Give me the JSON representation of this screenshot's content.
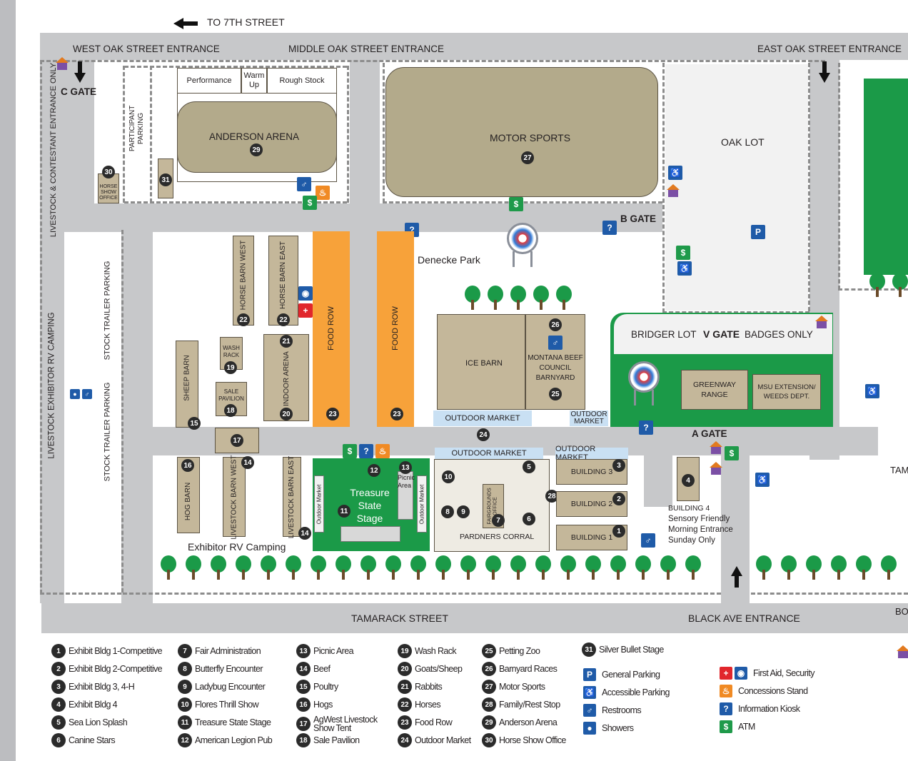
{
  "map": {
    "streets": {
      "to_7th": "TO 7TH STREET",
      "west_oak": "WEST OAK STREET ENTRANCE",
      "middle_oak": "MIDDLE OAK STREET ENTRANCE",
      "east_oak": "EAST OAK STREET ENTRANCE",
      "tamarack": "TAMARACK STREET",
      "black_ave": "BLACK AVE ENTRANCE",
      "livestock_entrance": "LIVESTOCK & CONTESTANT ENTRANCE ONLY",
      "exhibitor_rv": "LIVESTOCK EXHIBITOR RV CAMPING",
      "stock_trailer_1": "STOCK TRAILER PARKING",
      "stock_trailer_2": "STOCK TRAILER PARKING",
      "bo": "BO",
      "tam": "TAM"
    },
    "gates": {
      "c_gate": "C GATE",
      "b_gate": "B GATE",
      "a_gate": "A GATE",
      "v_gate": "V GATE",
      "v_gate_note": "BADGES ONLY"
    },
    "areas": {
      "participant_parking": "PARTICIPANT PARKING",
      "performance": "Performance",
      "warm_up": "Warm Up",
      "rough_stock": "Rough Stock",
      "anderson_arena": "ANDERSON ARENA",
      "motor_sports": "MOTOR SPORTS",
      "oak_lot": "OAK LOT",
      "horse_show_office": "HORSE SHOW OFFICE",
      "denecke_park": "Denecke Park",
      "horse_barn_west": "HORSE BARN WEST",
      "horse_barn_east": "HORSE BARN EAST",
      "food_row_1": "FOOD ROW",
      "food_row_2": "FOOD ROW",
      "ice_barn": "ICE BARN",
      "montana_beef": "MONTANA BEEF COUNCIL BARNYARD",
      "bridger_lot": "BRIDGER LOT",
      "greenway_range": "GREENWAY RANGE",
      "msu_extension": "MSU EXTENSION/ WEEDS DEPT.",
      "sheep_barn": "SHEEP BARN",
      "wash_rack": "WASH RACK",
      "sale_pavilion": "SALE PAVILION",
      "indoor_arena": "INDOOR ARENA",
      "outdoor_market_1": "OUTDOOR MARKET",
      "outdoor_market_2": "OUTDOOR MARKET",
      "outdoor_market_3": "OUTDOOR MARKET",
      "outdoor_market_4": "OUTDOOR MARKET",
      "outdoor_market_v1": "Outdoor Market",
      "outdoor_market_v2": "Outdoor Market",
      "hog_barn": "HOG BARN",
      "livestock_barn_west": "LIVESTOCK BARN WEST",
      "livestock_barn_east": "LIVESTOCK BARN EAST",
      "treasure_state_stage": "Treasure State Stage",
      "picnic_area": "Picnic Area",
      "fairgrounds_office": "FAIRGROUNDS OFFICE",
      "pardners_corral": "PARDNERS CORRAL",
      "building_3": "BUILDING 3",
      "building_2": "BUILDING 2",
      "building_1": "BUILDING 1",
      "building_4_note": "BUILDING 4",
      "building_4_note2": "Sensory Friendly",
      "building_4_note3": "Morning Entrance",
      "building_4_note4": "Sunday Only",
      "exhibitor_rv_camping": "Exhibitor RV Camping"
    },
    "markers": {
      "m1": "1",
      "m2": "2",
      "m3": "3",
      "m4": "4",
      "m5": "5",
      "m6": "6",
      "m7": "7",
      "m8": "8",
      "m9": "9",
      "m10": "10",
      "m11": "11",
      "m12": "12",
      "m13": "13",
      "m14a": "14",
      "m14b": "14",
      "m15": "15",
      "m16": "16",
      "m17": "17",
      "m18": "18",
      "m19": "19",
      "m20": "20",
      "m21": "21",
      "m22a": "22",
      "m22b": "22",
      "m23a": "23",
      "m23b": "23",
      "m24": "24",
      "m25": "25",
      "m26": "26",
      "m27": "27",
      "m28": "28",
      "m29": "29",
      "m30": "30",
      "m31": "31"
    },
    "icons": {
      "parking": "P",
      "info": "?",
      "atm": "$",
      "first_aid": "+",
      "colors": {
        "blue": "#1f5ba8",
        "green": "#1f9a4a",
        "red": "#e1262c",
        "orange": "#f08a24",
        "tan": "#c4b79a",
        "arena": "#b3aa8b",
        "food_row": "#f7a23a",
        "road": "#c7c8ca",
        "grass": "#1b9a48"
      }
    }
  },
  "legend": {
    "col1": [
      {
        "n": "1",
        "t": "Exhibit Bldg 1-Competitive"
      },
      {
        "n": "2",
        "t": "Exhibit Bldg 2-Competitive"
      },
      {
        "n": "3",
        "t": "Exhibit Bldg 3, 4-H"
      },
      {
        "n": "4",
        "t": "Exhibit Bldg 4"
      },
      {
        "n": "5",
        "t": "Sea Lion Splash"
      },
      {
        "n": "6",
        "t": "Canine Stars"
      }
    ],
    "col2": [
      {
        "n": "7",
        "t": "Fair Administration"
      },
      {
        "n": "8",
        "t": "Butterfly Encounter"
      },
      {
        "n": "9",
        "t": "Ladybug Encounter"
      },
      {
        "n": "10",
        "t": "Flores Thrill Show"
      },
      {
        "n": "11",
        "t": "Treasure State Stage"
      },
      {
        "n": "12",
        "t": "American Legion Pub"
      }
    ],
    "col3": [
      {
        "n": "13",
        "t": "Picnic Area"
      },
      {
        "n": "14",
        "t": "Beef"
      },
      {
        "n": "15",
        "t": "Poultry"
      },
      {
        "n": "16",
        "t": "Hogs"
      },
      {
        "n": "17",
        "t": "AgWest Livestock Show Tent"
      },
      {
        "n": "18",
        "t": "Sale Pavilion"
      }
    ],
    "col4": [
      {
        "n": "19",
        "t": "Wash Rack"
      },
      {
        "n": "20",
        "t": "Goats/Sheep"
      },
      {
        "n": "21",
        "t": "Rabbits"
      },
      {
        "n": "22",
        "t": "Horses"
      },
      {
        "n": "23",
        "t": "Food Row"
      },
      {
        "n": "24",
        "t": "Outdoor Market"
      }
    ],
    "col5": [
      {
        "n": "25",
        "t": "Petting Zoo"
      },
      {
        "n": "26",
        "t": "Barnyard Races"
      },
      {
        "n": "27",
        "t": "Motor Sports"
      },
      {
        "n": "28",
        "t": "Family/Rest Stop"
      },
      {
        "n": "29",
        "t": "Anderson Arena"
      },
      {
        "n": "30",
        "t": "Horse Show Office"
      }
    ],
    "col6": [
      {
        "n": "31",
        "t": "Silver Bullet Stage"
      }
    ],
    "symbols": [
      {
        "icon": "P",
        "t": "General Parking"
      },
      {
        "icon": "accessible",
        "t": "Accessible Parking"
      },
      {
        "icon": "restroom",
        "t": "Restrooms"
      },
      {
        "icon": "shower",
        "t": "Showers"
      }
    ],
    "symbols2": [
      {
        "icon": "first-aid-security",
        "t": "First Aid, Security"
      },
      {
        "icon": "concession",
        "t": "Concessions Stand"
      },
      {
        "icon": "?",
        "t": "Information Kiosk"
      },
      {
        "icon": "$",
        "t": "ATM"
      }
    ]
  }
}
